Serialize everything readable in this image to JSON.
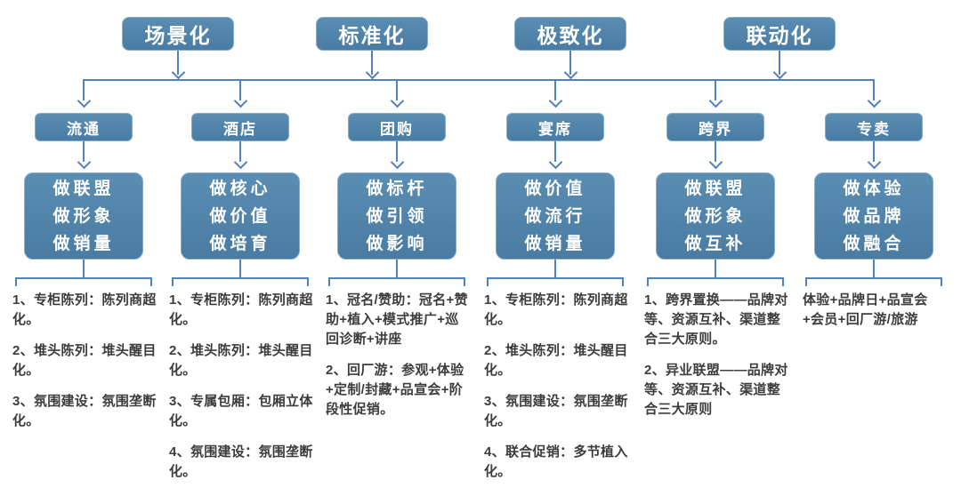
{
  "colors": {
    "box_fill_top": "#5a8db2",
    "box_fill_bottom": "#4a7ca3",
    "box_border": "#86aecb",
    "connector": "#4e81bd",
    "text": "#3c3c3c",
    "box_text": "#ffffff",
    "background": "#ffffff"
  },
  "strategies": [
    {
      "label": "场景化"
    },
    {
      "label": "标准化"
    },
    {
      "label": "极致化"
    },
    {
      "label": "联动化"
    }
  ],
  "columns": [
    {
      "channel": "流通",
      "actions": [
        "做联盟",
        "做形象",
        "做销量"
      ],
      "tactics": [
        "1、专柜陈列：陈列商超化。",
        "2、堆头陈列：堆头醒目化。",
        "3、氛围建设：氛围垄断化。"
      ]
    },
    {
      "channel": "酒店",
      "actions": [
        "做核心",
        "做价值",
        "做培育"
      ],
      "tactics": [
        "1、专柜陈列：陈列商超化。",
        "2、堆头陈列：堆头醒目化。",
        "3、专属包厢：包厢立体化。",
        "4、氛围建设：氛围垄断化。"
      ]
    },
    {
      "channel": "团购",
      "actions": [
        "做标杆",
        "做引领",
        "做影响"
      ],
      "tactics": [
        "1、冠名/赞助：冠名+赞助+植入+模式推广+巡回诊断+讲座",
        "2、回厂游：参观+体验+定制/封藏+品宣会+阶段性促销。"
      ]
    },
    {
      "channel": "宴席",
      "actions": [
        "做价值",
        "做流行",
        "做销量"
      ],
      "tactics": [
        "1、专柜陈列：陈列商超化。",
        "2、堆头陈列：堆头醒目化。",
        "3、氛围建设：氛围垄断化。",
        "4、联合促销：多节植入化。"
      ]
    },
    {
      "channel": "跨界",
      "actions": [
        "做联盟",
        "做形象",
        "做互补"
      ],
      "tactics": [
        "1、跨界置换——品牌对等、资源互补、渠道整合三大原则。",
        "2、异业联盟——品牌对等、资源互补、渠道整合三大原则"
      ]
    },
    {
      "channel": "专卖",
      "actions": [
        "做体验",
        "做品牌",
        "做融合"
      ],
      "tactics": [
        "体验+品牌日+品宣会+会员+回厂游/旅游"
      ]
    }
  ]
}
